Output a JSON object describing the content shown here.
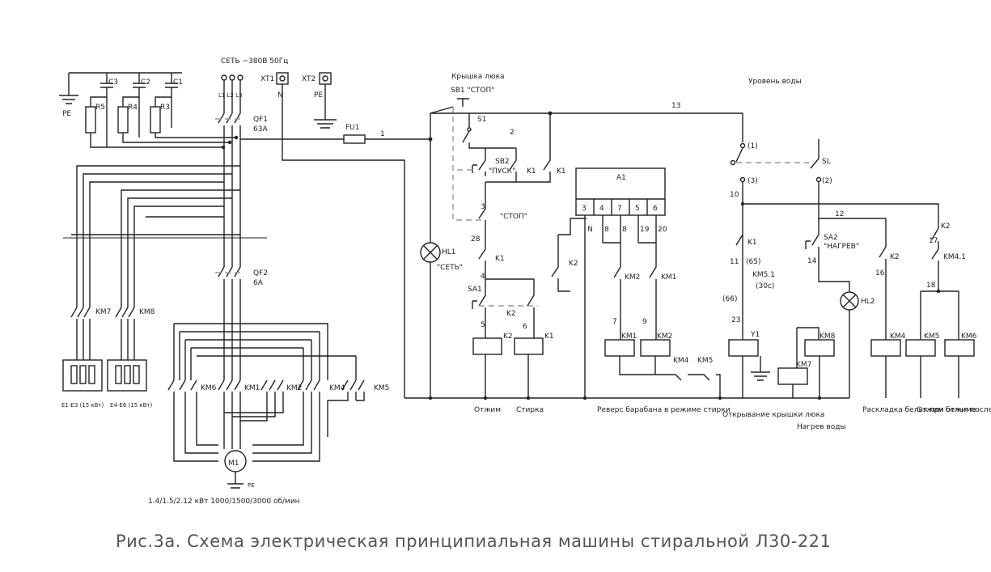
{
  "labels": {
    "mains": "СЕТЬ ~380В 50Гц",
    "xt1": "XT1",
    "xt2": "XT2",
    "n": "N",
    "pe_xt2": "PE",
    "pe_left": "PE",
    "l123": "L1 L2 L3",
    "qf1": "QF1",
    "qf1_rating": "63A",
    "qf2": "QF2",
    "qf2_rating": "6A",
    "c1": "C1",
    "c2": "C2",
    "c3": "C3",
    "r3": "R3",
    "r4": "R4",
    "r5": "R5",
    "fu1": "FU1",
    "w1": "1",
    "w2": "2",
    "w3": "3",
    "w4": "4",
    "w5": "5",
    "w6": "6",
    "w7": "7",
    "w9": "9",
    "w10": "10",
    "w11": "11",
    "w12": "12",
    "w13": "13",
    "w14": "14",
    "w16": "16",
    "w17": "17",
    "w18": "18",
    "w23": "23",
    "w28": "28",
    "door_cover": "Крышка люка",
    "sb1": "SB1 \"СТОП\"",
    "s1": "S1",
    "sb2": "SB2",
    "sb2_text": "\"ПУСК\"",
    "stop2": "\"СТОП\"",
    "hl1": "HL1",
    "hl1_text": "\"СЕТЬ\"",
    "sa1": "SA1",
    "k1": "K1",
    "k2": "K2",
    "k1b": "K1",
    "a1": "A1",
    "a1_pins": [
      "3",
      "4",
      "7",
      "5",
      "6"
    ],
    "a1_n": "N",
    "a1_8a": "8",
    "a1_8b": "8",
    "a1_19": "19",
    "a1_20": "20",
    "km1": "KM1",
    "km2": "KM2",
    "km4": "KM4",
    "km5": "KM5",
    "km6": "KM6",
    "km7": "KM7",
    "km8": "KM8",
    "water_level": "Уровень воды",
    "sl": "SL",
    "sl_1": "(1)",
    "sl_2": "(2)",
    "sl_3": "(3)",
    "sa2": "SA2",
    "sa2_text": "\"НАГРЕВ\"",
    "hl2": "HL2",
    "km51": "KM5.1",
    "km51_t": "(30с)",
    "km41": "KM4.1",
    "p65": "(65)",
    "p66": "(66)",
    "y1": "Y1",
    "m1": "M1",
    "e13": "E1-E3 (15 кВт)",
    "e46": "E4-E6 (15 кВт)",
    "motor_spec": "1.4/1.5/2.12 кВт 1000/1500/3000 об/мин",
    "f_spin": "Отжим",
    "f_wash": "Стирка",
    "f_reverse": "Реверс барабана в режиме стирки",
    "f_door": "Открывание крышки люка",
    "f_heat": "Нагрев воды",
    "f_layout": "Раскладка белья при отжиме",
    "f_spin_drain": "Отжим белья после слива воды",
    "caption": "Рис.3а. Схема электрическая принципиальная машины стиральной Л30-221"
  }
}
